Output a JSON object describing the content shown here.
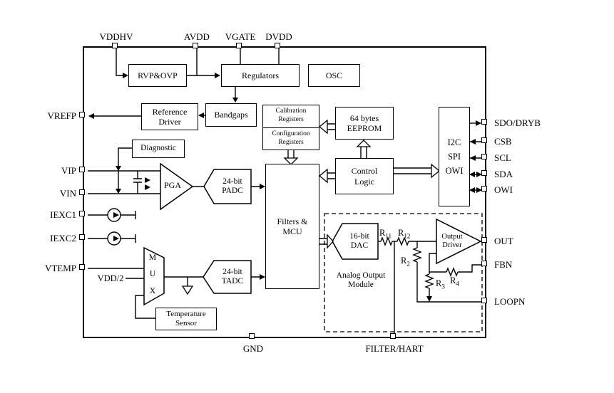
{
  "diagram": {
    "pins": {
      "top": [
        "VDDHV",
        "AVDD",
        "VGATE",
        "DVDD"
      ],
      "left": [
        "VREFP",
        "VIP",
        "VIN",
        "IEXC1",
        "IEXC2",
        "VTEMP"
      ],
      "right": [
        "SDO/DRYB",
        "CSB",
        "SCL",
        "SDA",
        "OWI",
        "OUT",
        "FBN",
        "LOOPN"
      ],
      "bottom": [
        "GND",
        "FILTER/HART"
      ]
    },
    "blocks": {
      "rvp_ovp": "RVP&OVP",
      "regulators": "Regulators",
      "osc": "OSC",
      "reference_driver": [
        "Reference",
        "Driver"
      ],
      "bandgaps": "Bandgaps",
      "calibration_registers": [
        "Calibration",
        "Registers"
      ],
      "configuration_registers": [
        "Configuration",
        "Registers"
      ],
      "eeprom": [
        "64 bytes",
        "EEPROM"
      ],
      "interface": [
        "I2C",
        "SPI",
        "OWI"
      ],
      "diagnostic": "Diagnostic",
      "pga": "PGA",
      "padc": [
        "24-bit",
        "PADC"
      ],
      "filters_mcu": [
        "Filters &",
        "MCU"
      ],
      "control_logic": [
        "Control",
        "Logic"
      ],
      "dac": [
        "16-bit",
        "DAC"
      ],
      "output_driver": [
        "Output",
        "Driver"
      ],
      "mux": [
        "M",
        "U",
        "X"
      ],
      "tadc": [
        "24-bit",
        "TADC"
      ],
      "temperature_sensor": [
        "Temperature",
        "Sensor"
      ],
      "analog_output_module": [
        "Analog Output",
        "Module"
      ],
      "vdd_half": "VDD/2"
    },
    "resistors": {
      "r11": {
        "base": "R",
        "sub": "11"
      },
      "r12": {
        "base": "R",
        "sub": "12"
      },
      "r2": {
        "base": "R",
        "sub": "2"
      },
      "r3": {
        "base": "R",
        "sub": "3"
      },
      "r4": {
        "base": "R",
        "sub": "4"
      }
    },
    "colors": {
      "ink": "#000000",
      "paper": "#ffffff"
    }
  }
}
